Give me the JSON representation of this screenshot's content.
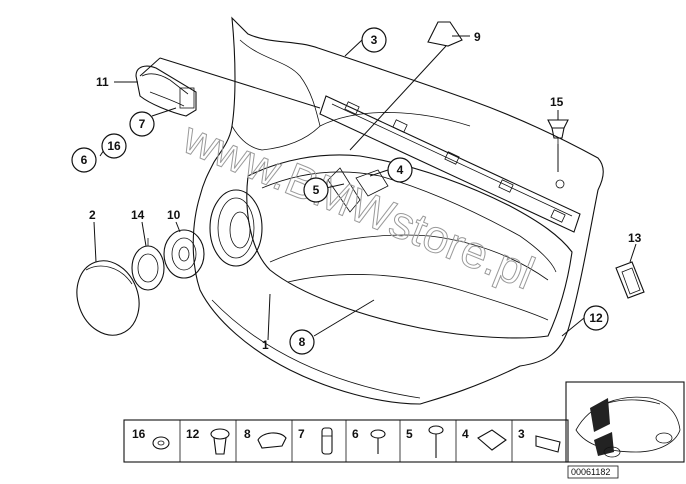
{
  "callouts": {
    "c3": "3",
    "c9": "9",
    "c11": "11",
    "c7": "7",
    "c16": "16",
    "c6": "6",
    "c15": "15",
    "c4": "4",
    "c5": "5",
    "c2": "2",
    "c14": "14",
    "c10": "10",
    "c13": "13",
    "c12": "12",
    "c1": "1",
    "c8": "8"
  },
  "strip": {
    "n16": "16",
    "n12": "12",
    "n8": "8",
    "n7": "7",
    "n6": "6",
    "n5": "5",
    "n4": "4",
    "n3": "3"
  },
  "watermark": "www.BMWstore.pl",
  "reference": "00061182"
}
